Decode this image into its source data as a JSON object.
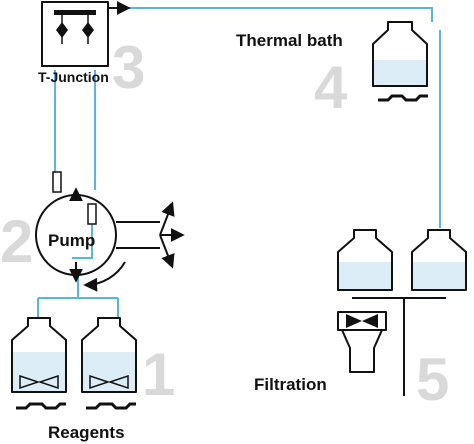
{
  "labels": {
    "t_junction": "T-Junction",
    "thermal_bath": "Thermal bath",
    "pump": "Pump",
    "filtration": "Filtration",
    "reagents": "Reagents"
  },
  "step_numbers": {
    "one": "1",
    "two": "2",
    "three": "3",
    "four": "4",
    "five": "5"
  },
  "colors": {
    "tubing": "#5bb3df",
    "liquid": "#dcedf7",
    "step_number": "#d9d9d9"
  }
}
